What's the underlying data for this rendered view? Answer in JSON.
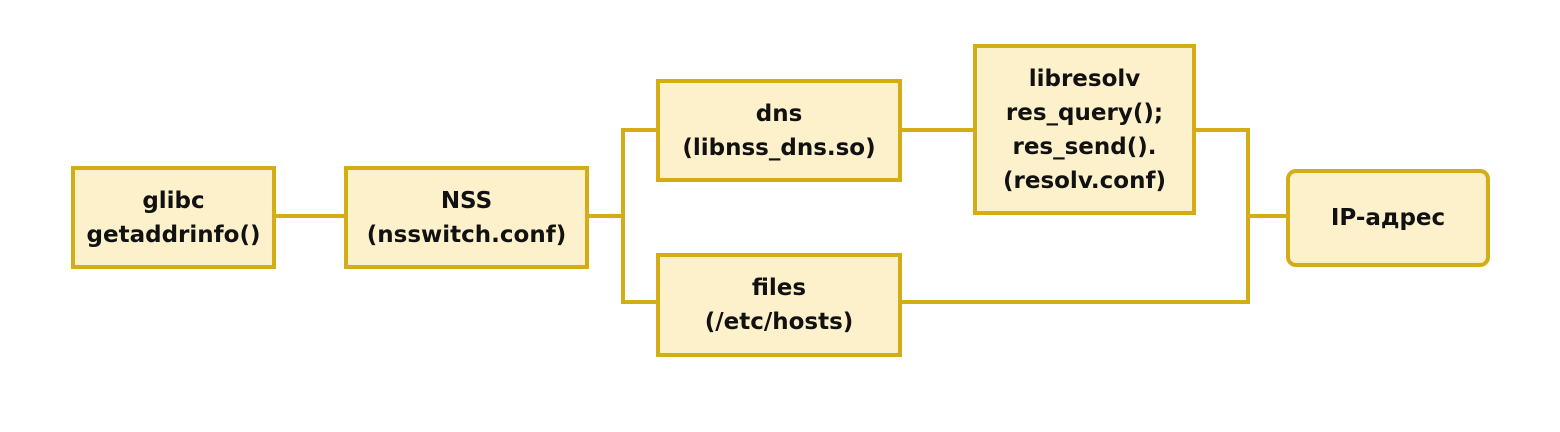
{
  "colors": {
    "node_fill": "#fdf1cc",
    "node_border": "#d4ac16",
    "edge": "#d4ac16",
    "text": "#111111",
    "background": "#ffffff"
  },
  "nodes": {
    "glibc": {
      "lines": [
        "glibc",
        "getaddrinfo()"
      ]
    },
    "nss": {
      "lines": [
        "NSS",
        "(nsswitch.conf)"
      ]
    },
    "dns": {
      "lines": [
        "dns",
        "(libnss_dns.so)"
      ]
    },
    "files": {
      "lines": [
        "files",
        "(/etc/hosts)"
      ]
    },
    "libresolv": {
      "lines": [
        "libresolv",
        "res_query();",
        "res_send().",
        "(resolv.conf)"
      ]
    },
    "ip": {
      "lines": [
        "IP-адрес"
      ]
    }
  },
  "edges": [
    {
      "from": "glibc",
      "to": "nss"
    },
    {
      "from": "nss",
      "to": "dns"
    },
    {
      "from": "nss",
      "to": "files"
    },
    {
      "from": "dns",
      "to": "libresolv"
    },
    {
      "from": "libresolv",
      "to": "ip"
    },
    {
      "from": "files",
      "to": "ip"
    }
  ]
}
